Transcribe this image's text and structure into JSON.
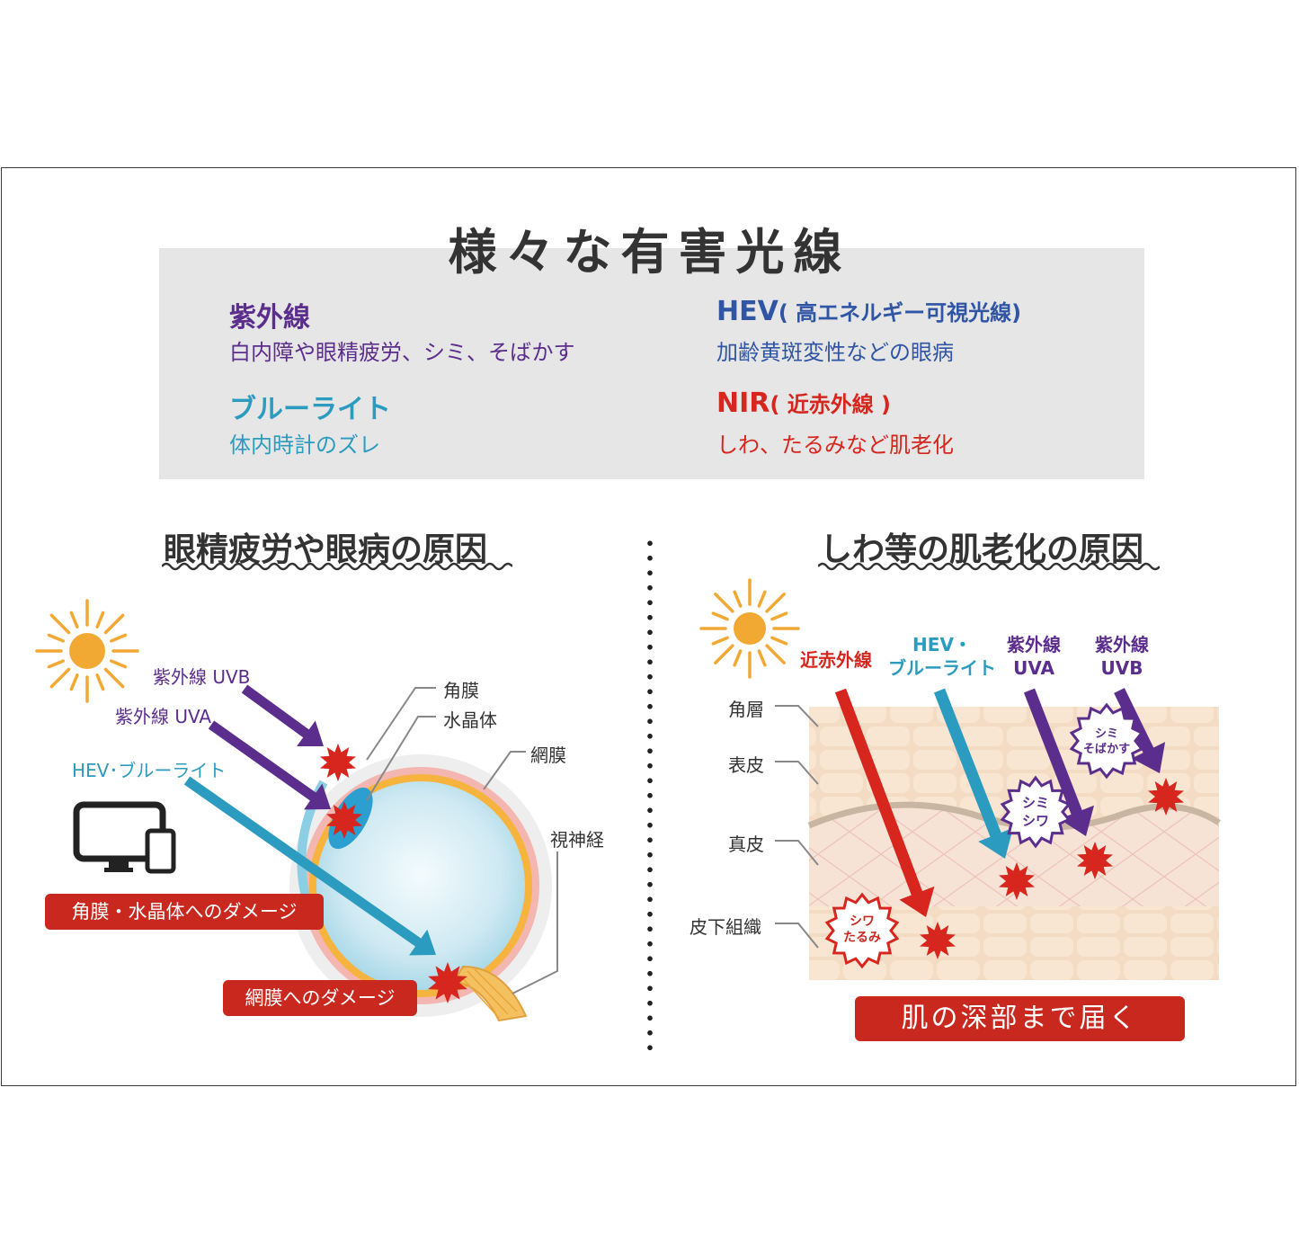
{
  "title": "様々な有害光線",
  "colors": {
    "uv": "#5b2d8c",
    "hev": "#2f55a4",
    "blue": "#2b9bbf",
    "nir": "#d7261e",
    "badge": "#c8281e",
    "sun": "#f2a934"
  },
  "rays": [
    {
      "name": "紫外線",
      "sub": "",
      "desc": "白内障や眼精疲労、シミ、そばかす",
      "color": "#5b2d8c"
    },
    {
      "name": "HEV",
      "sub": "( 高エネルギー可視光線)",
      "desc": "加齢黄斑変性などの眼病",
      "color": "#2f55a4"
    },
    {
      "name": "ブルーライト",
      "sub": "",
      "desc": "体内時計のズレ",
      "color": "#2b9bbf"
    },
    {
      "name": "NIR",
      "sub": "( 近赤外線 )",
      "desc": "しわ、たるみなど肌老化",
      "color": "#d7261e"
    }
  ],
  "eye_section": {
    "title": "眼精疲労や眼病の原因",
    "ray_labels": {
      "uvb": "紫外線 UVB",
      "uva": "紫外線 UVA",
      "hev": "HEV･ブルーライト"
    },
    "parts": {
      "cornea": "角膜",
      "lens": "水晶体",
      "retina": "網膜",
      "optic_nerve": "視神経"
    },
    "damage": [
      "角膜・水晶体へのダメージ",
      "網膜へのダメージ"
    ],
    "icons": [
      "sun-icon",
      "monitor-icon",
      "smartphone-icon"
    ]
  },
  "skin_section": {
    "title": "しわ等の肌老化の原因",
    "ray_labels": {
      "nir": "近赤外線",
      "hev_line1": "HEV・",
      "hev_line2": "ブルーライト",
      "uva_line1": "紫外線",
      "uva_line2": "UVA",
      "uvb_line1": "紫外線",
      "uvb_line2": "UVB"
    },
    "layers": [
      "角層",
      "表皮",
      "真皮",
      "皮下組織"
    ],
    "effects": {
      "uvb_1": "シミ",
      "uvb_2": "そばかす",
      "uva_1": "シミ",
      "uva_2": "シワ",
      "nir_1": "シワ",
      "nir_2": "たるみ"
    },
    "footer": "肌の深部まで届く"
  }
}
